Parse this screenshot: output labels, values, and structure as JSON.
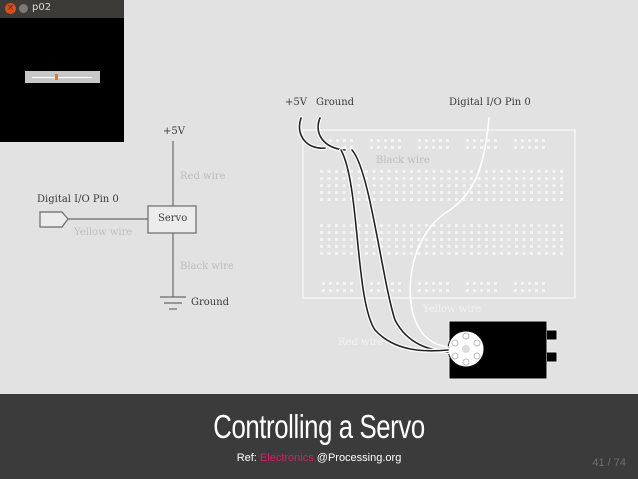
{
  "window": {
    "title": "p02",
    "close_glyph": "×",
    "slider_level": 0.4
  },
  "schematic": {
    "power": "+5V",
    "signal": "Digital I/O Pin 0",
    "device": "Servo",
    "red_wire": "Red wire",
    "yellow_wire": "Yellow wire",
    "black_wire": "Black wire",
    "ground": "Ground"
  },
  "breadboard": {
    "power": "+5V",
    "ground": "Ground",
    "signal": "Digital I/O Pin 0",
    "black_wire": "Black wire",
    "yellow_wire": "Yellow wire",
    "red_wire": "Red wire"
  },
  "caption": {
    "title": "Controlling a Servo",
    "ref_prefix": "Ref: ",
    "ref_link": "Electronics",
    "ref_suffix": " @Processing.org",
    "slide_number": "41 / 74"
  },
  "colors": {
    "caption_bg": "#3b3b3b",
    "slide_bg": "#e2e2e2",
    "link": "#e21a66"
  }
}
